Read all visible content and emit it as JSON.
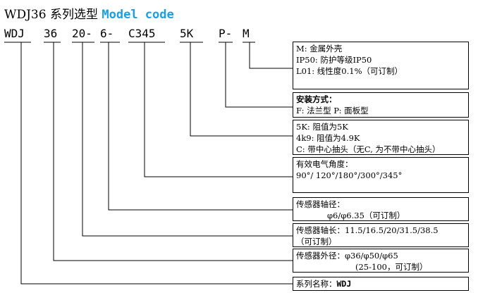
{
  "title": {
    "cn": "WDJ36 系列选型",
    "en": "Model code"
  },
  "model_code": {
    "series": "WDJ",
    "diameter": "36",
    "shaft_length": "20-",
    "shaft_dia": "6-",
    "angle": "C345",
    "resistance": "5K",
    "mount": "P-",
    "grade": "M"
  },
  "boxes": {
    "grade": [
      "M: 金属外壳",
      "IP50: 防护等级IP50",
      "L01: 线性度0.1%（可订制）"
    ],
    "mount": [
      "安装方式：",
      "F: 法兰型     P: 面板型"
    ],
    "resistance": [
      "5K: 阻值为5K",
      "4k9: 阻值为4.9K",
      "C: 带中心抽头（无C, 为不带中心抽头）"
    ],
    "angle": [
      "有效电气角度：",
      "90°/ 120°/180°/300°/345°"
    ],
    "shaft_dia": [
      "传感器轴径：",
      "φ6/φ6.35（可订制）"
    ],
    "shaft_length": [
      "传感器轴长：11.5/16.5/20/31.5/38.5",
      "（可订制）"
    ],
    "outer_dia": [
      "传感器外径：φ36/φ50/φ65",
      "(25-100，可订制）"
    ],
    "series": {
      "label": "系列名称：",
      "value": "WDJ"
    }
  },
  "colors": {
    "title_accent": "#1aa0e0",
    "line": "#000000"
  }
}
